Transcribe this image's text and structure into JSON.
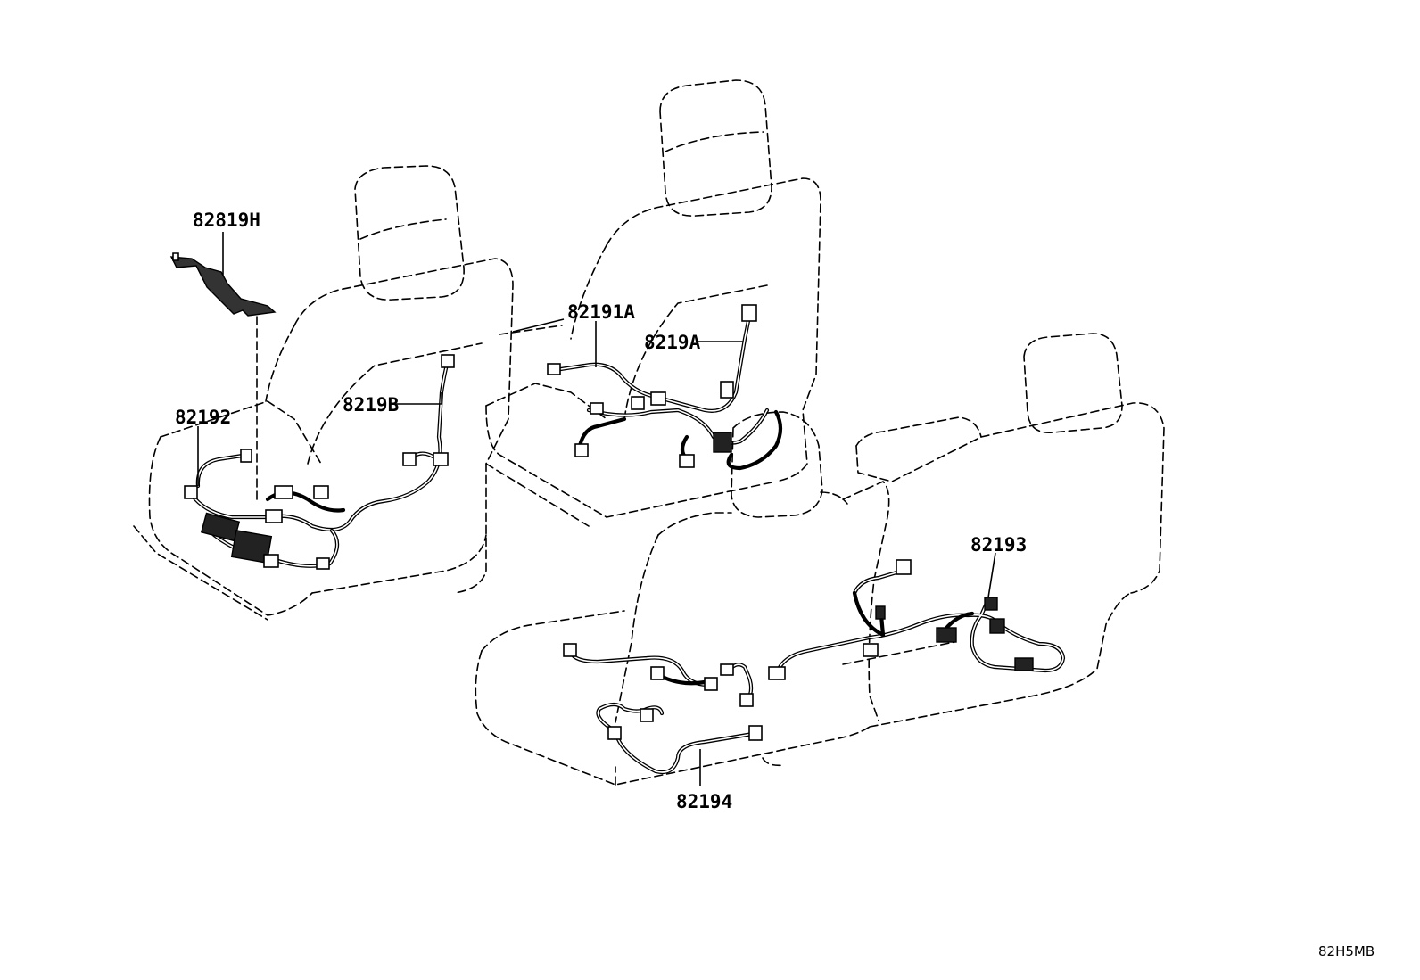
{
  "parts": {
    "p82819H": "82819H",
    "p82192": "82192",
    "p8219B": "8219B",
    "p82191A": "82191A",
    "p8219A": "8219A",
    "p82193": "82193",
    "p82194": "82194"
  },
  "diagram_code": "82H5MB"
}
